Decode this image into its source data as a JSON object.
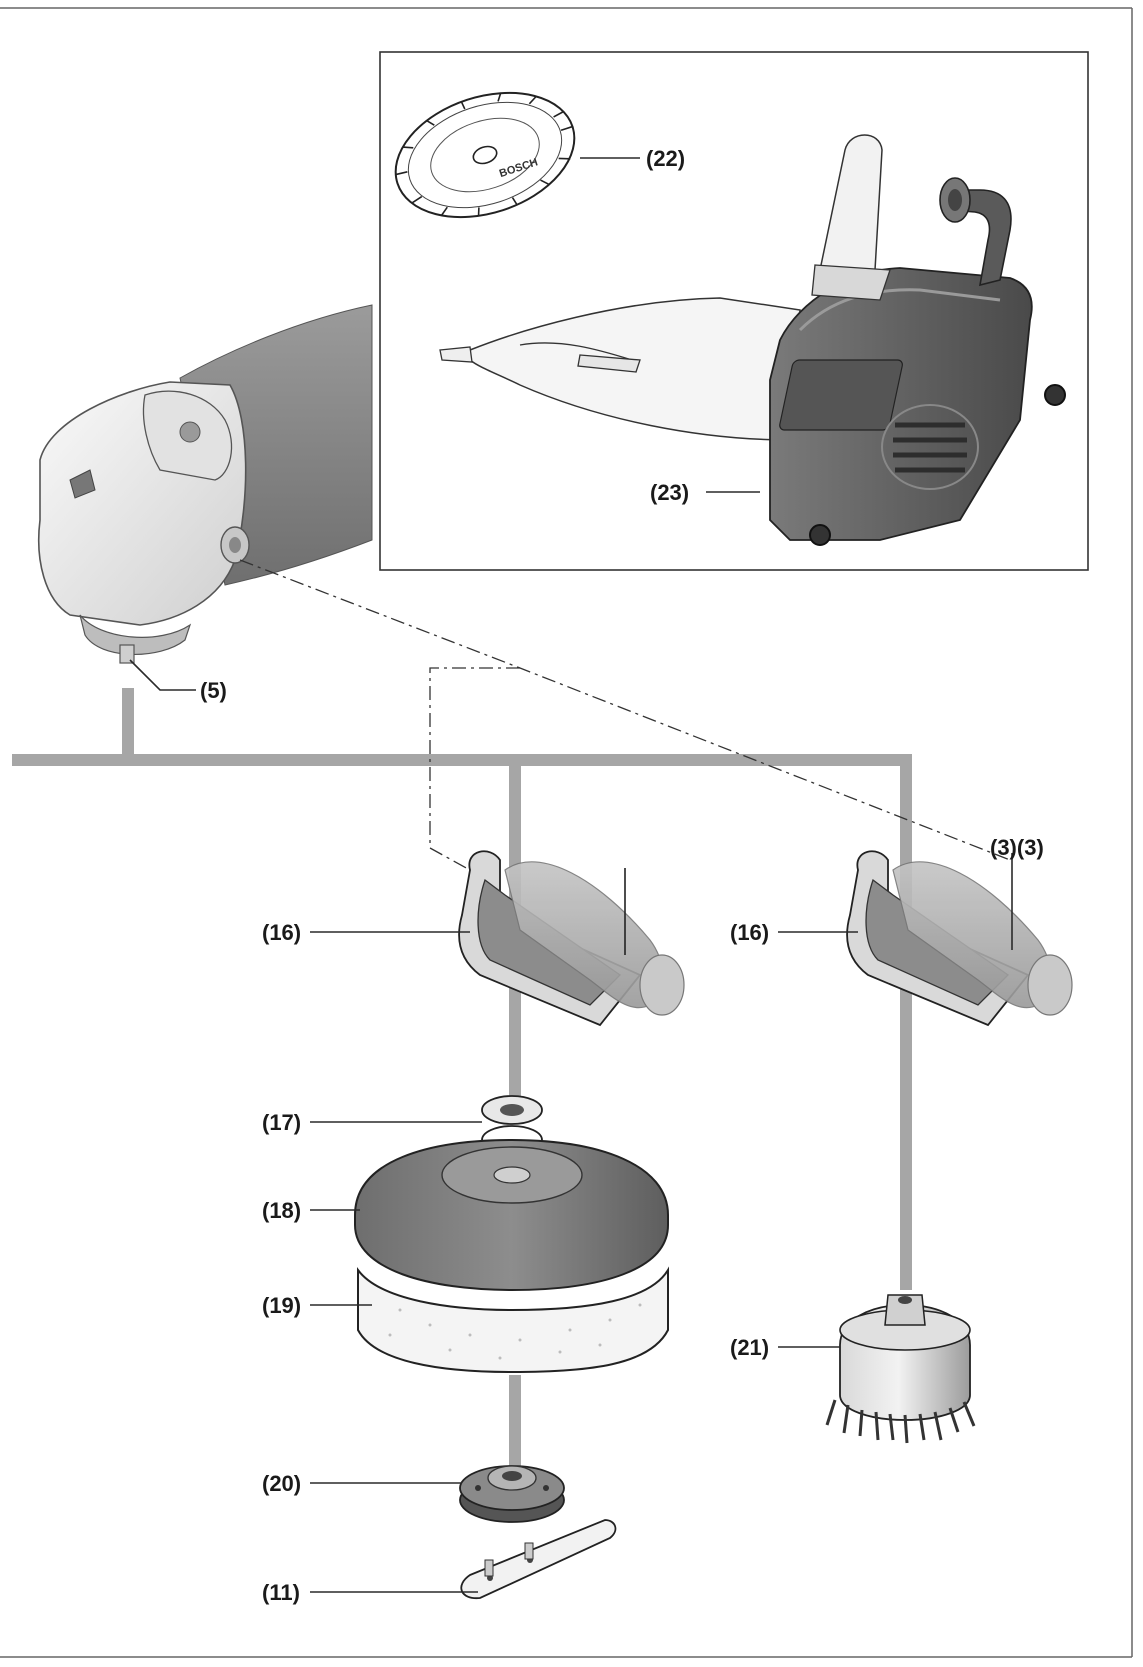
{
  "labels": {
    "p22": "(22)",
    "p23": "(23)",
    "p5": "(5)",
    "p3": "(3)(3)",
    "p16a": "(16)",
    "p16b": "(16)",
    "p17": "(17)",
    "p18": "(18)",
    "p19": "(19)",
    "p20": "(20)",
    "p21": "(21)",
    "p11": "(11)"
  },
  "blade_text": "BOSCH",
  "colors": {
    "bus": "#a6a6a6",
    "motor": "#8f8f8f",
    "guard": "#5c5c5c",
    "head": "#eeeeee",
    "line": "#222222"
  }
}
